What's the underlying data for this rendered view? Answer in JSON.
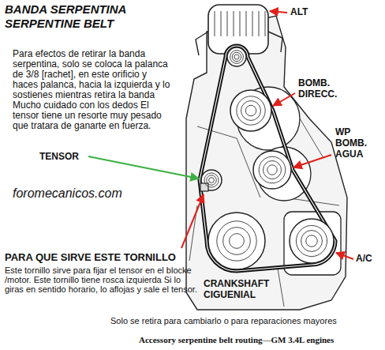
{
  "diagram": {
    "title": "BANDA SERPENTINA SERPENTINE BELT",
    "caption": "Accessory serpentine belt routing—GM 3.4L engines",
    "labels": [
      "Para efectos de retirar la banda serpentina, solo se coloca la palanca de 3/8 [rachet], en este orificio y haces palanca, hacia la izquierda y lo sostienes mientras retira la banda Mucho cuidado con los dedos El tensor tiene un resorte muy pesado que tratara de ganarte en fuerza.",
      "ALT",
      "BOMB. DIRECC.",
      "WP BOMB. AGUA",
      "TENSOR",
      "foromecanicos.com",
      "PARA QUE SIRVE ESTE TORNILLO",
      "Este tornillo sirve para fijar el tensor en el blocke /motor. Este tornillo tiene rosca izquierda Si lo giras en sentido horario, lo aflojas y sale el tensor.",
      "CRANKSHAFT CIGUENIAL",
      "A/C",
      "Solo se retira para cambiarlo o para reparaciones mayores"
    ]
  }
}
